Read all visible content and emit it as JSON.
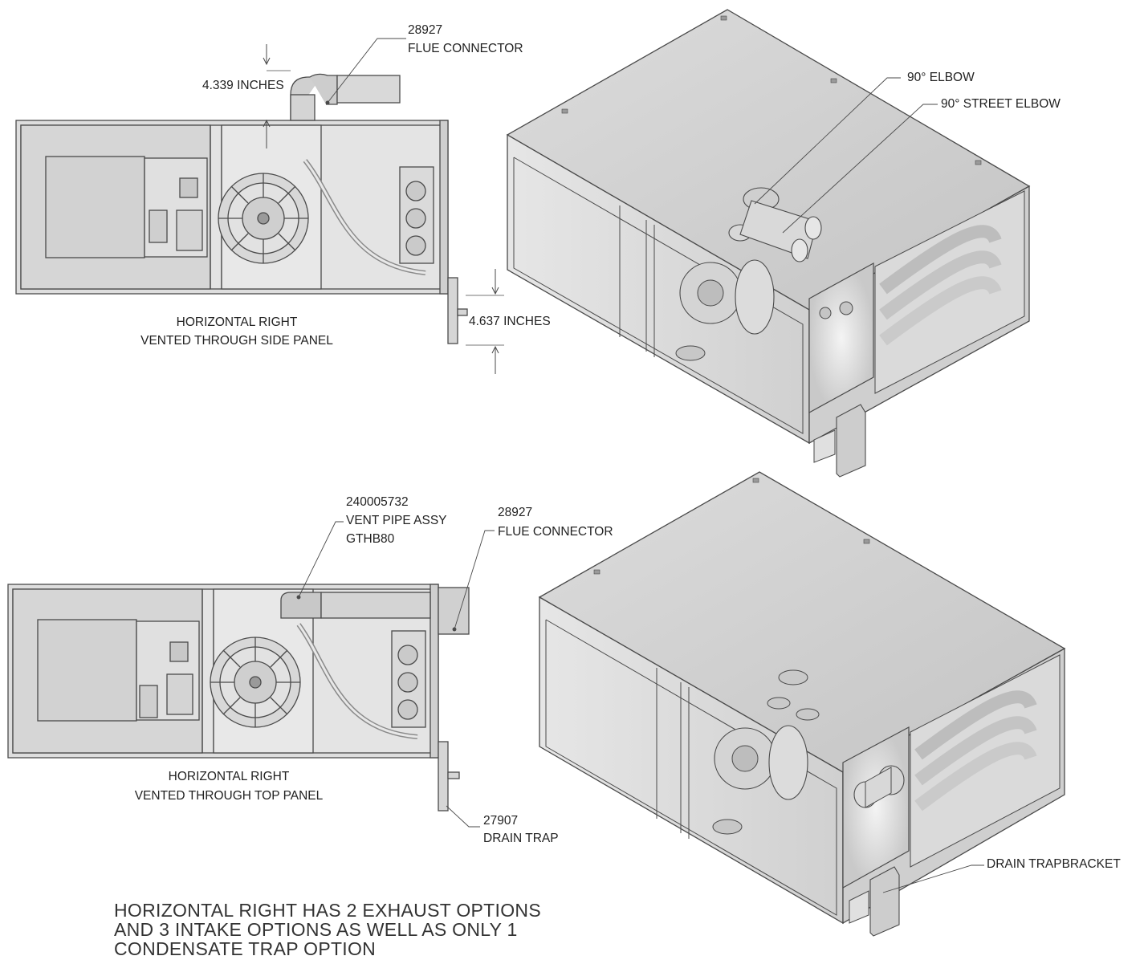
{
  "colors": {
    "line": "#4a4a4a",
    "panel": "#d9d9d9",
    "panel_dark": "#bdbdbd",
    "panel_light": "#ececec",
    "text": "#222222"
  },
  "top_view_1": {
    "part_number": "28927",
    "part_name": "FLUE CONNECTOR",
    "dim_top": "4.339 INCHES",
    "dim_side": "4.637 INCHES",
    "caption_line1": "HORIZONTAL RIGHT",
    "caption_line2": "VENTED THROUGH SIDE PANEL"
  },
  "iso_view_1": {
    "label_elbow": "90° ELBOW",
    "label_street_elbow": "90° STREET ELBOW"
  },
  "top_view_2": {
    "vent_part_number": "240005732",
    "vent_part_name": "VENT PIPE ASSY",
    "vent_model": "GTHB80",
    "flue_part_number": "28927",
    "flue_part_name": "FLUE CONNECTOR",
    "caption_line1": "HORIZONTAL RIGHT",
    "caption_line2": "VENTED THROUGH TOP PANEL",
    "trap_part_number": "27907",
    "trap_part_name": "DRAIN TRAP"
  },
  "iso_view_2": {
    "label_drain_bracket": "DRAIN TRAPBRACKET"
  },
  "note": {
    "line1": "HORIZONTAL RIGHT HAS 2 EXHAUST OPTIONS",
    "line2": "AND 3 INTAKE OPTIONS AS WELL AS ONLY 1",
    "line3": "CONDENSATE TRAP OPTION"
  }
}
